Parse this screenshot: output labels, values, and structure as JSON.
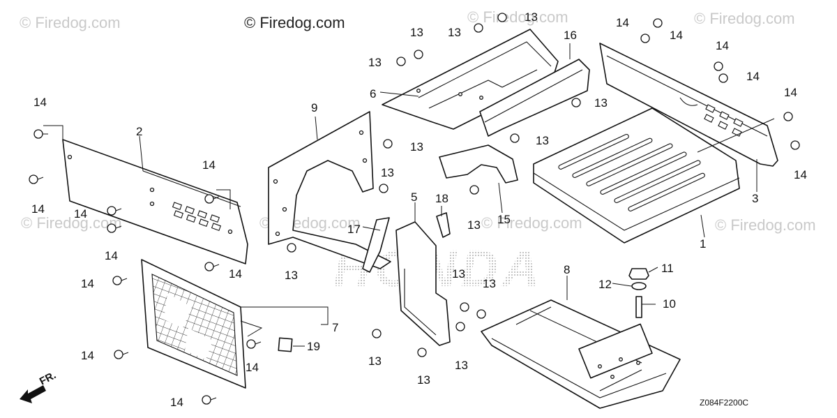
{
  "copyright": "© Firedog.com",
  "watermark": "© Firedog.com",
  "brand": "HONDA",
  "diagram_code": "Z084F2200C",
  "direction_label": "FR.",
  "callouts": {
    "c1": "1",
    "c2": "2",
    "c3": "3",
    "c5": "5",
    "c6": "6",
    "c7": "7",
    "c8": "8",
    "c9": "9",
    "c10": "10",
    "c11": "11",
    "c12": "12",
    "c15": "15",
    "c16": "16",
    "c17": "17",
    "c18": "18",
    "c19": "19",
    "b13": "13",
    "b14": "14"
  }
}
